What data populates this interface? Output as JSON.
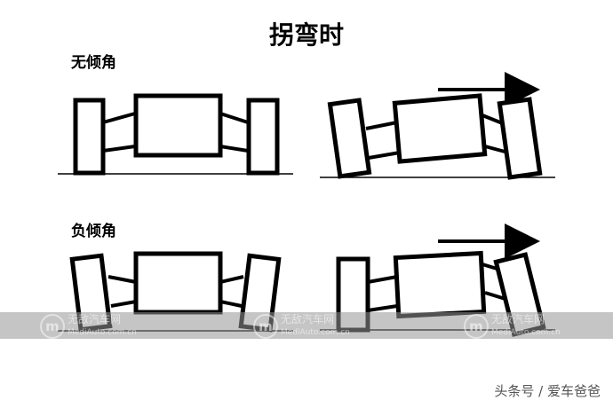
{
  "title": "拐弯时",
  "sections": [
    {
      "label": "无倾角"
    },
    {
      "label": "负倾角"
    }
  ],
  "watermark": {
    "name": "无敌汽车网",
    "url": "MediAuto.com.cn",
    "logo": "m"
  },
  "credit": "头条号 / 爱车爸爸"
}
